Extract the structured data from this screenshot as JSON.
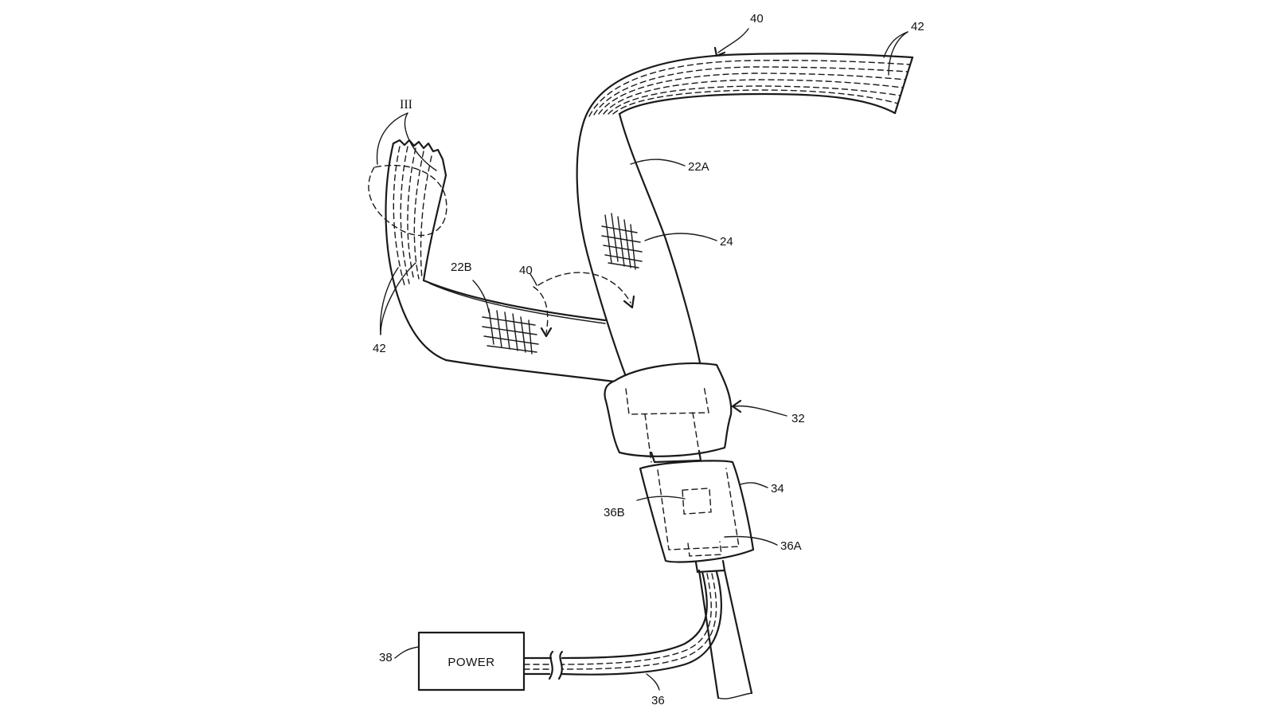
{
  "figure": {
    "power_box_label": "POWER",
    "reference_labels": {
      "r40_top": "40",
      "r42_top": "42",
      "r22A": "22A",
      "r24": "24",
      "r22B": "22B",
      "r40_mid": "40",
      "r42_left": "42",
      "r32": "32",
      "r34": "34",
      "r36B": "36B",
      "r36A": "36A",
      "r38": "38",
      "r36": "36",
      "section_III": "III"
    }
  }
}
